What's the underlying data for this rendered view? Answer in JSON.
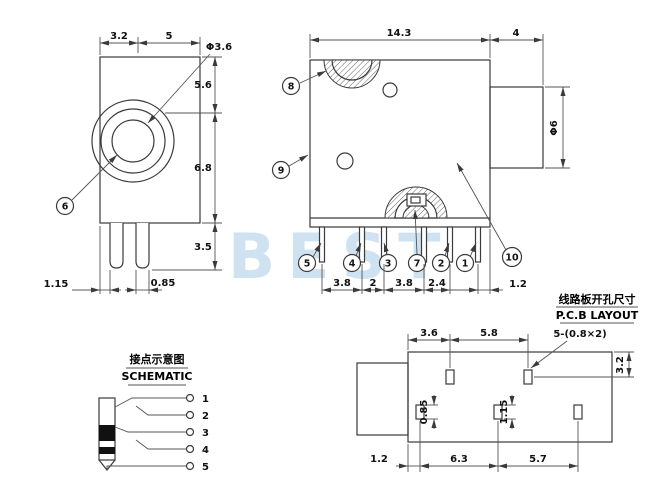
{
  "watermark": "BEST",
  "left_view": {
    "balloon_6": "6",
    "dim_width_left": "3.2",
    "dim_width_right": "5",
    "dim_hole_dia": "Φ3.6",
    "dim_h_upper": "5.6",
    "dim_h_mid": "6.8",
    "dim_h_pins": "3.5",
    "dim_pin_offset": "1.15",
    "dim_pin_width": "0.85"
  },
  "front_view": {
    "dim_body_width": "14.3",
    "dim_barrel_len": "4",
    "dim_barrel_dia": "Φ6",
    "dim_pitch_1": "3.8",
    "dim_pitch_2": "2",
    "dim_pitch_3": "3.8",
    "dim_pitch_4": "2.4",
    "dim_edge": "1.2",
    "balloon_8": "8",
    "balloon_9": "9",
    "balloon_10": "10",
    "balloon_5": "5",
    "balloon_4": "4",
    "balloon_3": "3",
    "balloon_7": "7",
    "balloon_2": "2",
    "balloon_1": "1"
  },
  "pcb_layout": {
    "title_cn": "线路板开孔尺寸",
    "title_en": "P.C.B LAYOUT",
    "dim_top_1": "3.6",
    "dim_top_2": "5.8",
    "slot_note": "5-(0.8×2)",
    "dim_right": "3.2",
    "dim_pad_1": "0.85",
    "dim_pad_2": "1.15",
    "dim_bottom_1": "1.2",
    "dim_bottom_2": "6.3",
    "dim_bottom_3": "5.7"
  },
  "schematic": {
    "title_cn": "接点示意图",
    "title_en": "SCHEMATIC",
    "pin_labels": [
      "1",
      "2",
      "3",
      "4",
      "5"
    ]
  }
}
